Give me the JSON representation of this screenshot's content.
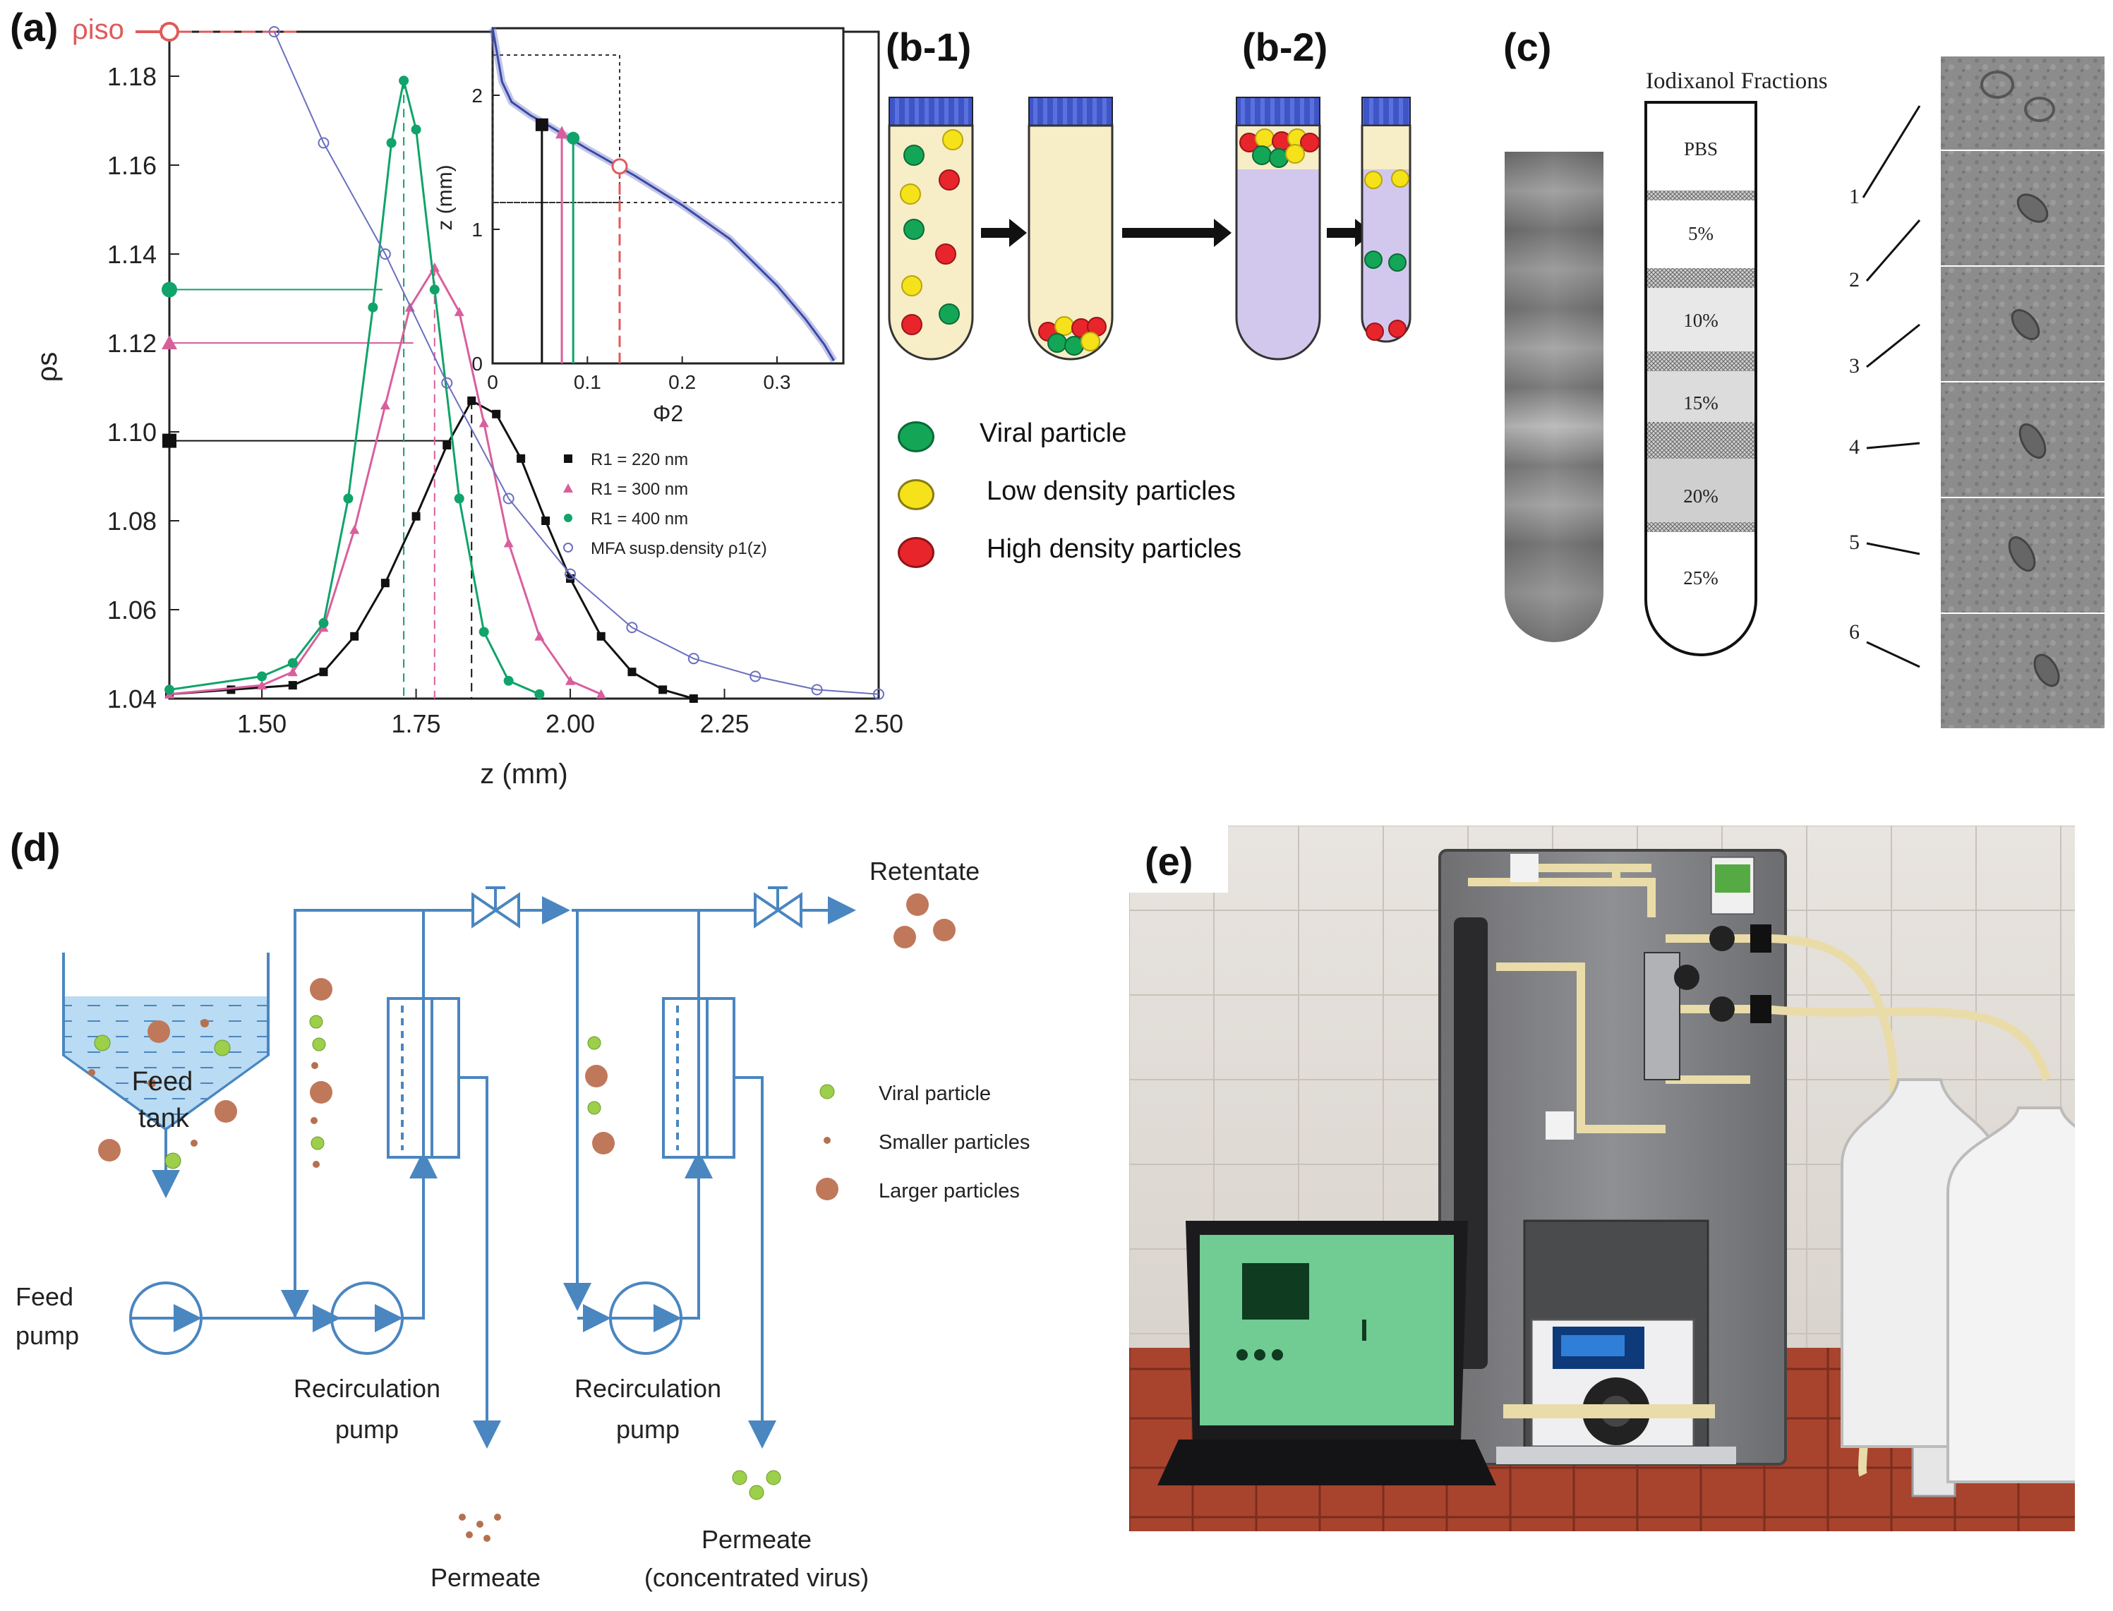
{
  "panel_labels": {
    "a": "(a)",
    "b1": "(b-1)",
    "b2": "(b-2)",
    "c": "(c)",
    "d": "(d)",
    "e": "(e)"
  },
  "colors": {
    "black_series": "#111111",
    "pink_series": "#d95f9c",
    "green_series": "#10a36a",
    "mfa_series": "#6b6fbe",
    "iso_marker": "#e05a5a"
  },
  "chart_data": [
    {
      "type": "line",
      "xlabel": "z (mm)",
      "ylabel": "ρs",
      "xlim": [
        1.35,
        2.5
      ],
      "ylim": [
        1.04,
        1.19
      ],
      "x_ticks": [
        "1.50",
        "1.75",
        "2.00",
        "2.25",
        "2.50"
      ],
      "y_ticks": [
        "1.04",
        "1.06",
        "1.08",
        "1.10",
        "1.12",
        "1.14",
        "1.16",
        "1.18"
      ],
      "iso_label": "ρiso",
      "iso_value": 1.19,
      "legend_position": "lower-right",
      "series": [
        {
          "name": "R1 = 220 nm",
          "marker": "square",
          "color": "#111111",
          "peak_x": 1.84,
          "peak_y": 1.107,
          "left_marker_y": 1.098,
          "x": [
            1.35,
            1.45,
            1.55,
            1.6,
            1.65,
            1.7,
            1.75,
            1.8,
            1.84,
            1.88,
            1.92,
            1.96,
            2.0,
            2.05,
            2.1,
            2.15,
            2.2
          ],
          "y": [
            1.041,
            1.042,
            1.043,
            1.046,
            1.054,
            1.066,
            1.081,
            1.097,
            1.107,
            1.104,
            1.094,
            1.08,
            1.067,
            1.054,
            1.046,
            1.042,
            1.04
          ]
        },
        {
          "name": "R1 = 300 nm",
          "marker": "triangle",
          "color": "#d95f9c",
          "peak_x": 1.78,
          "peak_y": 1.137,
          "left_marker_y": 1.12,
          "x": [
            1.35,
            1.5,
            1.55,
            1.6,
            1.65,
            1.7,
            1.74,
            1.78,
            1.82,
            1.86,
            1.9,
            1.95,
            2.0,
            2.05
          ],
          "y": [
            1.041,
            1.043,
            1.046,
            1.056,
            1.078,
            1.106,
            1.128,
            1.137,
            1.127,
            1.102,
            1.075,
            1.054,
            1.044,
            1.041
          ]
        },
        {
          "name": "R1 = 400 nm",
          "marker": "circle",
          "color": "#10a36a",
          "peak_x": 1.73,
          "peak_y": 1.179,
          "left_marker_y": 1.132,
          "x": [
            1.35,
            1.5,
            1.55,
            1.6,
            1.64,
            1.68,
            1.71,
            1.73,
            1.75,
            1.78,
            1.82,
            1.86,
            1.9,
            1.95
          ],
          "y": [
            1.042,
            1.045,
            1.048,
            1.057,
            1.085,
            1.128,
            1.165,
            1.179,
            1.168,
            1.132,
            1.085,
            1.055,
            1.044,
            1.041
          ]
        },
        {
          "name": "MFA susp.density  ρ1(z)",
          "marker": "open-circle",
          "color": "#6b6fbe",
          "x": [
            1.52,
            1.6,
            1.7,
            1.8,
            1.9,
            2.0,
            2.1,
            2.2,
            2.3,
            2.4,
            2.5
          ],
          "y": [
            1.19,
            1.165,
            1.14,
            1.111,
            1.085,
            1.068,
            1.056,
            1.049,
            1.045,
            1.042,
            1.041
          ]
        }
      ]
    },
    {
      "type": "line",
      "xlabel": "Φ2",
      "ylabel": "z (mm)",
      "xlim": [
        0,
        0.37
      ],
      "ylim": [
        0,
        2.5
      ],
      "x_ticks": [
        "0",
        "0.1",
        "0.2",
        "0.3"
      ],
      "y_ticks": [
        "0",
        "1",
        "2"
      ],
      "markers": [
        {
          "x": 0.052,
          "y": 1.78,
          "color": "#111111",
          "shape": "square"
        },
        {
          "x": 0.073,
          "y": 1.72,
          "color": "#d95f9c",
          "shape": "triangle"
        },
        {
          "x": 0.085,
          "y": 1.68,
          "color": "#10a36a",
          "shape": "circle"
        },
        {
          "x": 0.134,
          "y": 1.47,
          "color": "#e05a5a",
          "shape": "open-circle"
        }
      ],
      "series": [
        {
          "name": "curve",
          "x": [
            0.0,
            0.005,
            0.01,
            0.02,
            0.04,
            0.06,
            0.1,
            0.15,
            0.2,
            0.25,
            0.3,
            0.33,
            0.35,
            0.36
          ],
          "y": [
            2.5,
            2.3,
            2.1,
            1.95,
            1.85,
            1.77,
            1.6,
            1.4,
            1.18,
            0.93,
            0.58,
            0.33,
            0.14,
            0.02
          ]
        }
      ]
    }
  ],
  "b": {
    "legend": [
      {
        "label": "Viral particle",
        "color": "#14a657"
      },
      {
        "label": "Low density particles",
        "color": "#f5e21a"
      },
      {
        "label": "High density particles",
        "color": "#e8252b"
      }
    ]
  },
  "c": {
    "title": "Iodixanol Fractions",
    "fractions": [
      "PBS",
      "5%",
      "10%",
      "15%",
      "20%",
      "25%"
    ],
    "image_numbers": [
      "1",
      "2",
      "3",
      "4",
      "5",
      "6"
    ]
  },
  "d": {
    "feed_tank_line1": "Feed",
    "feed_tank_line2": "tank",
    "feed_pump_line1": "Feed",
    "feed_pump_line2": "pump",
    "recirc1_line1": "Recirculation",
    "recirc1_line2": "pump",
    "recirc2_line1": "Recirculation",
    "recirc2_line2": "pump",
    "retentate": "Retentate",
    "permeate1": "Permeate",
    "permeate2_line1": "Permeate",
    "permeate2_line2": "(concentrated virus)",
    "legend": [
      {
        "label": "Viral particle",
        "color": "#9ccf4a"
      },
      {
        "label": "Smaller particles",
        "color": "#b5714f"
      },
      {
        "label": "Larger particles",
        "color": "#c0785a"
      }
    ]
  }
}
